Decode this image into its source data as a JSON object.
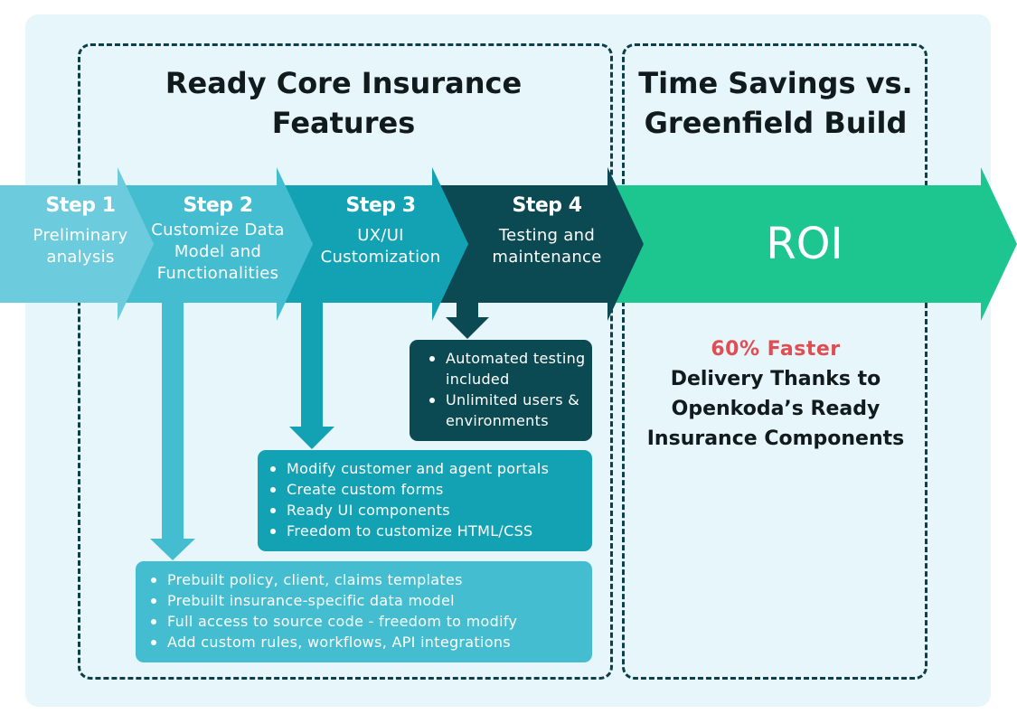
{
  "headings": {
    "features": "Ready Core Insurance Features",
    "savings": "Time Savings vs. Greenfield Build"
  },
  "steps": [
    {
      "title": "Step 1",
      "desc": "Preliminary analysis",
      "color": "#6ccbdc"
    },
    {
      "title": "Step 2",
      "desc": "Customize Data Model and Functionalities",
      "color": "#45bdd0"
    },
    {
      "title": "Step 3",
      "desc": "UX/UI Customization",
      "color": "#13a2b4"
    },
    {
      "title": "Step 4",
      "desc": "Testing and maintenance",
      "color": "#0b4a53"
    }
  ],
  "roi": {
    "label": "ROI",
    "color": "#1dc68f"
  },
  "boxes": {
    "step4": [
      "Automated testing included",
      "Unlimited  users & environments"
    ],
    "step3": [
      "Modify customer and agent portals",
      "Create custom forms",
      "Ready UI components",
      "Freedom to customize HTML/CSS"
    ],
    "step2": [
      "Prebuilt policy, client, claims templates",
      "Prebuilt insurance-specific data model",
      "Full access to source code - freedom to modify",
      "Add custom rules, workflows, API integrations"
    ]
  },
  "savings": {
    "highlight": "60% Faster",
    "text": "Delivery Thanks to Openkoda’s Ready Insurance Components",
    "highlight_color": "#e04d52"
  },
  "colors": {
    "panel": "#e6f6fa",
    "dashed_border": "#0d3f48",
    "heading_text": "#111a1c"
  }
}
